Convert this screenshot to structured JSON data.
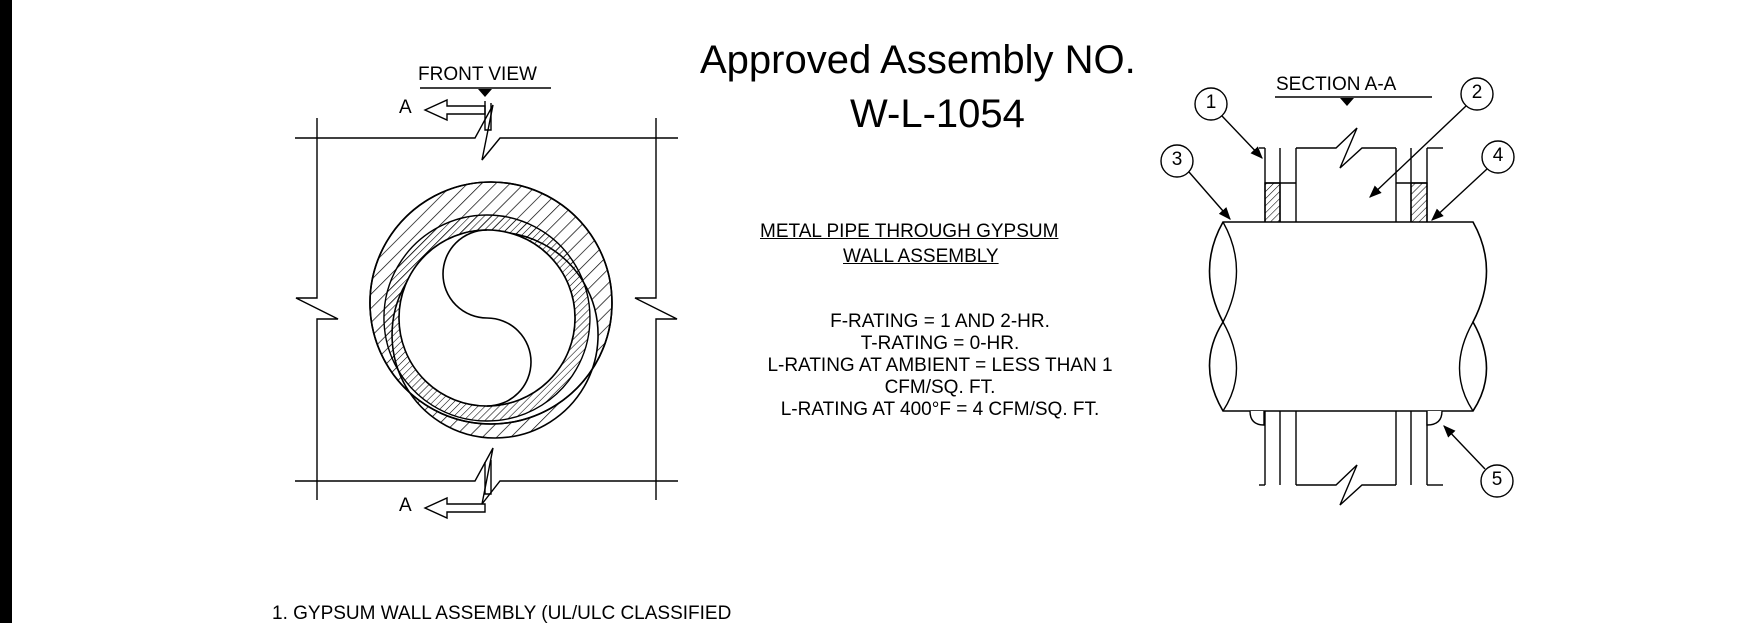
{
  "title": {
    "line1": "Approved Assembly NO.",
    "line2": "W-L-1054"
  },
  "front_view": {
    "label": "FRONT VIEW",
    "cut_top": "A",
    "cut_bottom": "A"
  },
  "section": {
    "label": "SECTION A-A",
    "callouts": [
      "1",
      "2",
      "3",
      "4",
      "5"
    ]
  },
  "description": {
    "line1": "METAL PIPE THROUGH GYPSUM",
    "line2": "WALL ASSEMBLY"
  },
  "ratings": [
    "F-RATING = 1 AND 2-HR.",
    "T-RATING = 0-HR.",
    "L-RATING AT AMBIENT = LESS THAN 1",
    "CFM/SQ. FT.",
    "L-RATING AT 400°F = 4 CFM/SQ. FT."
  ],
  "footnote": "1. GYPSUM WALL ASSEMBLY (UL/ULC CLASSIFIED"
}
